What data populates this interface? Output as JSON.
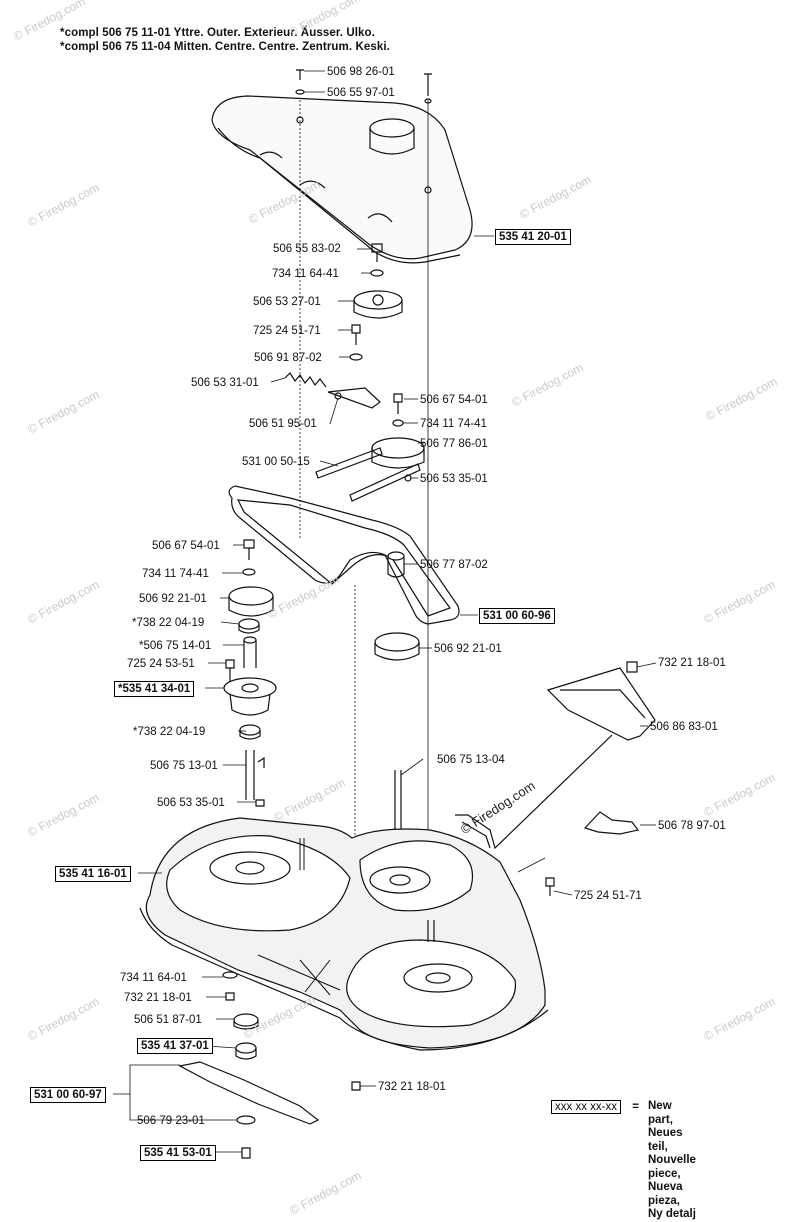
{
  "header": {
    "line1": "*compl 506 75 11-01  Yttre. Outer. Exterieur. Äusser. Ulko.",
    "line2": "*compl 506 75 11-04  Mitten. Centre. Centre. Zentrum. Keski."
  },
  "labels": [
    {
      "id": "l1",
      "text": "506 98 26-01",
      "boxed": false
    },
    {
      "id": "l2",
      "text": "506 55 97-01",
      "boxed": false
    },
    {
      "id": "l3",
      "text": "535 41 20-01",
      "boxed": true
    },
    {
      "id": "l4",
      "text": "506 55 83-02",
      "boxed": false
    },
    {
      "id": "l5",
      "text": "734 11 64-41",
      "boxed": false
    },
    {
      "id": "l6",
      "text": "506 53 27-01",
      "boxed": false
    },
    {
      "id": "l7",
      "text": "725 24 51-71",
      "boxed": false
    },
    {
      "id": "l8",
      "text": "506 91 87-02",
      "boxed": false
    },
    {
      "id": "l9",
      "text": "506 53 31-01",
      "boxed": false
    },
    {
      "id": "l10",
      "text": "506 67 54-01",
      "boxed": false
    },
    {
      "id": "l11",
      "text": "506 51 95-01",
      "boxed": false
    },
    {
      "id": "l12",
      "text": "734 11 74-41",
      "boxed": false
    },
    {
      "id": "l13",
      "text": "506 77 86-01",
      "boxed": false
    },
    {
      "id": "l14",
      "text": "531 00 50-15",
      "boxed": false
    },
    {
      "id": "l15",
      "text": "506 53 35-01",
      "boxed": false
    },
    {
      "id": "l16",
      "text": "506 67 54-01",
      "boxed": false
    },
    {
      "id": "l17",
      "text": "506 77 87-02",
      "boxed": false
    },
    {
      "id": "l18",
      "text": "734 11 74-41",
      "boxed": false
    },
    {
      "id": "l19",
      "text": "506 92 21-01",
      "boxed": false
    },
    {
      "id": "l20",
      "text": "531 00 60-96",
      "boxed": true
    },
    {
      "id": "l21",
      "text": "*738 22 04-19",
      "boxed": false
    },
    {
      "id": "l22",
      "text": "*506 75 14-01",
      "boxed": false
    },
    {
      "id": "l23",
      "text": "506 92 21-01",
      "boxed": false
    },
    {
      "id": "l24",
      "text": "725 24 53-51",
      "boxed": false
    },
    {
      "id": "l25",
      "text": "732 21 18-01",
      "boxed": false
    },
    {
      "id": "l26",
      "text": "*535 41 34-01",
      "boxed": true
    },
    {
      "id": "l27",
      "text": "506 86 83-01",
      "boxed": false
    },
    {
      "id": "l28",
      "text": "*738 22 04-19",
      "boxed": false
    },
    {
      "id": "l29",
      "text": "506 75 13-01",
      "boxed": false
    },
    {
      "id": "l30",
      "text": "506 75 13-04",
      "boxed": false
    },
    {
      "id": "l31",
      "text": "506 53 35-01",
      "boxed": false
    },
    {
      "id": "l32",
      "text": "506 78 97-01",
      "boxed": false
    },
    {
      "id": "l33",
      "text": "535 41 16-01",
      "boxed": true
    },
    {
      "id": "l34",
      "text": "725 24 51-71",
      "boxed": false
    },
    {
      "id": "l35",
      "text": "734 11 64-01",
      "boxed": false
    },
    {
      "id": "l36",
      "text": "732 21 18-01",
      "boxed": false
    },
    {
      "id": "l37",
      "text": "506 51 87-01",
      "boxed": false
    },
    {
      "id": "l38",
      "text": "535 41 37-01",
      "boxed": true
    },
    {
      "id": "l39",
      "text": "531 00 60-97",
      "boxed": true
    },
    {
      "id": "l40",
      "text": "732 21 18-01",
      "boxed": false
    },
    {
      "id": "l41",
      "text": "506 79 23-01",
      "boxed": false
    },
    {
      "id": "l42",
      "text": "535 41 53-01",
      "boxed": true
    }
  ],
  "legend": {
    "code": "xxx xx xx-xx",
    "equals": "=",
    "lines": [
      "New part,",
      "Neues teil,",
      "Nouvelle piece,",
      "Nueva pieza,",
      "Ny detalj"
    ]
  },
  "firedog_label": "© Firedog.com",
  "watermark_text": "© Firedog.com",
  "colors": {
    "line": "#111111",
    "deck_fill": "#f2f2f2",
    "watermark": "#c9c9c9"
  }
}
